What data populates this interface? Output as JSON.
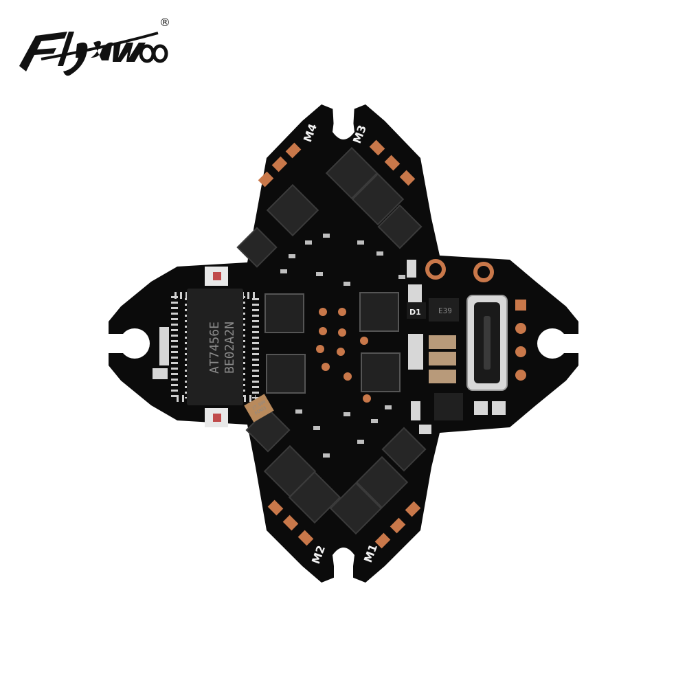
{
  "brand": {
    "logo_text": "Flywoo",
    "registered_mark": "®"
  },
  "board": {
    "motor_labels": {
      "m1": "M1",
      "m2": "M2",
      "m3": "M3",
      "m4": "M4"
    },
    "main_chip_lines": [
      "AT7456E",
      "BE02A2N"
    ],
    "small_chip_labels": [
      "D1",
      "E39"
    ],
    "crystal_label": [
      "27.000",
      "ECM33"
    ],
    "colors": {
      "board": "#0b0b0b",
      "copper": "#c9784a",
      "chip": "#1d1d1d",
      "silver": "#d7d7d7",
      "silkscreen": "#f2f2f2"
    }
  }
}
